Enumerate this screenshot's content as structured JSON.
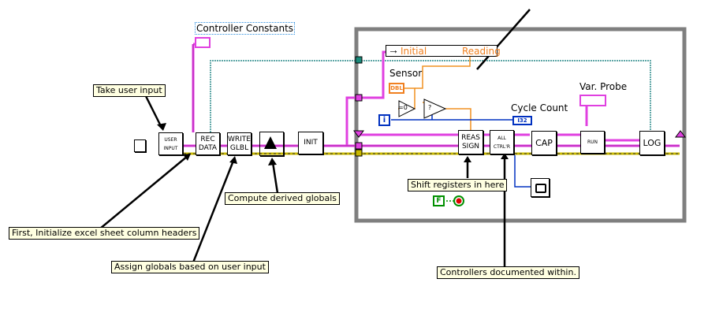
{
  "labels": {
    "controller_constants": "Controller Constants",
    "sensor": "Sensor",
    "cycle_count": "Cycle Count",
    "var_probe": "Var. Probe",
    "initial": "Initial",
    "reading": "Reading"
  },
  "annotations": {
    "take_user_input": "Take user input",
    "init_headers": "First, Initialize excel sheet column headers",
    "assign_globals": "Assign globals based on user input",
    "compute_globals": "Compute derived globals",
    "shift_registers": "Shift registers in here",
    "controllers_documented": "Controllers documented within."
  },
  "subvis": {
    "user_input": "USER INPUT",
    "rec_data": "REC DATA",
    "write_glbl": "WRITE GLBL",
    "init": "INIT",
    "reas_sign": "REAS SIGN",
    "all_ctrlr": "ALL CTRL'R",
    "cap": "CAP",
    "run": "RUN",
    "log": "LOG"
  },
  "terminals": {
    "dbl": "DBL",
    "i32": "I32",
    "iteration": "i",
    "false_const": "F",
    "compare_zero": "=0",
    "select": "?"
  },
  "colors": {
    "wire_pink": "#e040e0",
    "wire_teal": "#2a8a8a",
    "wire_orange": "#f09020",
    "wire_blue": "#0030c0",
    "wire_error": "#c8b800",
    "loop_frame": "#808080",
    "note_bg": "#ffffe1"
  }
}
